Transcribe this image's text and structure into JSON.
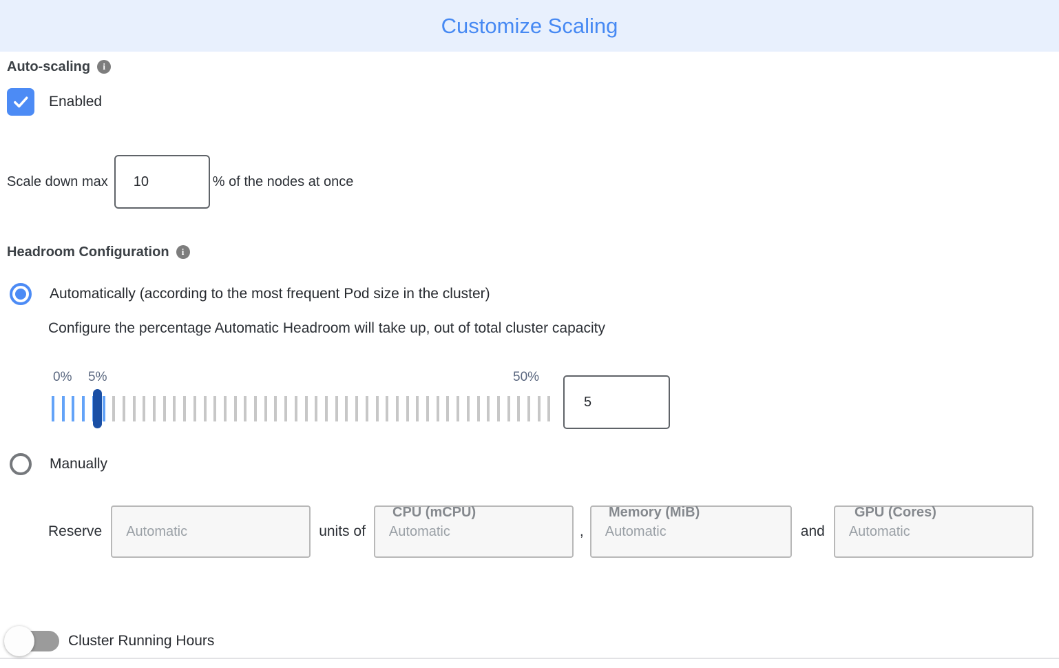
{
  "header": {
    "title": "Customize Scaling"
  },
  "icons": {
    "info_glyph": "i"
  },
  "auto_scaling": {
    "label": "Auto-scaling",
    "enabled_label": "Enabled",
    "checkbox_checked": true
  },
  "scale_down": {
    "prefix": "Scale down max",
    "value": "10",
    "suffix": "% of the nodes at once"
  },
  "headroom": {
    "label": "Headroom Configuration",
    "automatic": {
      "selected": true,
      "label": "Automatically (according to the most frequent Pod size in the cluster)",
      "description": "Configure the percentage Automatic Headroom will take up, out of total cluster capacity",
      "slider": {
        "min_label": "0%",
        "current_label": "5%",
        "max_label": "50%",
        "value": "5",
        "ticks_total": 50,
        "ticks_filled": 6
      }
    },
    "manual": {
      "selected": false,
      "label": "Manually",
      "columns": [
        "CPU (mCPU)",
        "Memory (MiB)",
        "GPU (Cores)"
      ],
      "reserve_label": "Reserve",
      "units_of_label": "units of",
      "comma": ",",
      "and_label": "and",
      "placeholder": "Automatic"
    }
  },
  "cluster_running_hours": {
    "label": "Cluster Running Hours",
    "enabled": false
  },
  "colors": {
    "accent_blue": "#4c8bf5",
    "title_blue": "#4689f3",
    "header_bg": "#e8f0fd",
    "slider_handle": "#1a4fa5",
    "tick_blue": "#63a3f8",
    "tick_grey": "#c7c7c7"
  }
}
